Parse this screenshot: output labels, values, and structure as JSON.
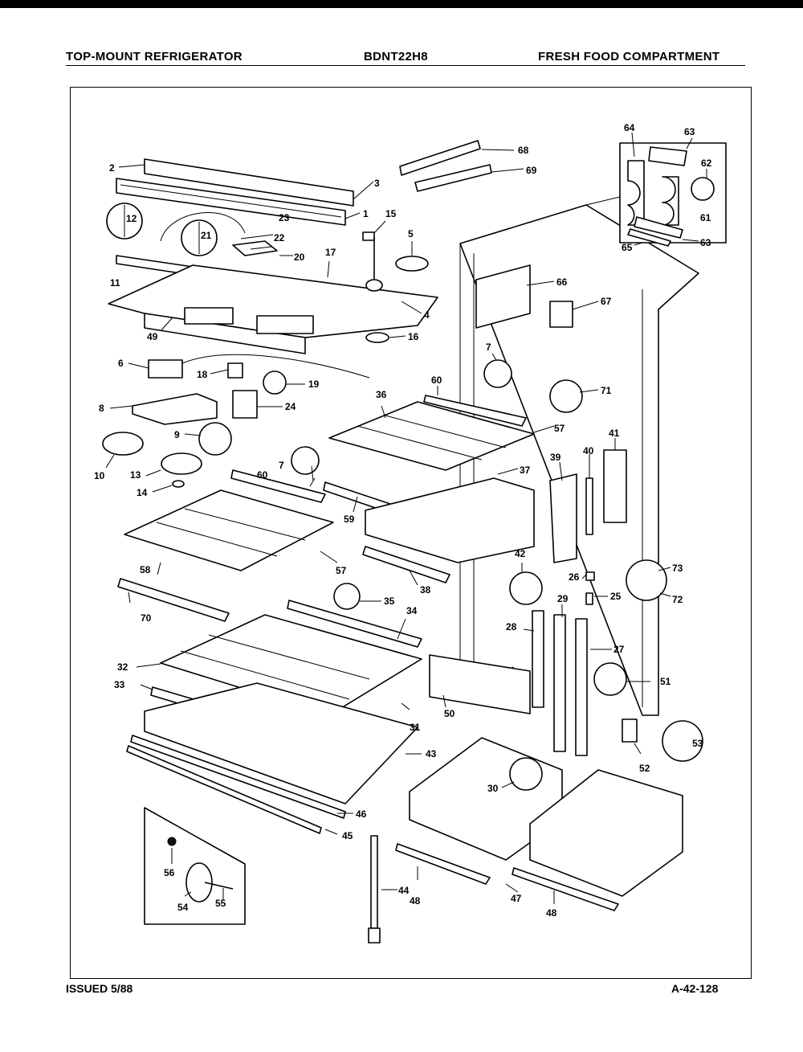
{
  "header": {
    "left_title": "TOP-MOUNT REFRIGERATOR",
    "model": "BDNT22H8",
    "right_title": "FRESH FOOD COMPARTMENT"
  },
  "footer": {
    "issued": "ISSUED 5/88",
    "page_code": "A-42-128"
  },
  "callouts": [
    {
      "id": "1",
      "label": "1"
    },
    {
      "id": "2",
      "label": "2"
    },
    {
      "id": "3",
      "label": "3"
    },
    {
      "id": "4",
      "label": "4"
    },
    {
      "id": "5",
      "label": "5"
    },
    {
      "id": "6",
      "label": "6"
    },
    {
      "id": "7a",
      "label": "7"
    },
    {
      "id": "7b",
      "label": "7"
    },
    {
      "id": "8",
      "label": "8"
    },
    {
      "id": "9",
      "label": "9"
    },
    {
      "id": "10",
      "label": "10"
    },
    {
      "id": "11",
      "label": "11"
    },
    {
      "id": "12",
      "label": "12"
    },
    {
      "id": "13",
      "label": "13"
    },
    {
      "id": "14",
      "label": "14"
    },
    {
      "id": "15",
      "label": "15"
    },
    {
      "id": "16",
      "label": "16"
    },
    {
      "id": "17",
      "label": "17"
    },
    {
      "id": "18",
      "label": "18"
    },
    {
      "id": "19",
      "label": "19"
    },
    {
      "id": "20",
      "label": "20"
    },
    {
      "id": "21",
      "label": "21"
    },
    {
      "id": "22",
      "label": "22"
    },
    {
      "id": "23",
      "label": "23"
    },
    {
      "id": "24",
      "label": "24"
    },
    {
      "id": "25",
      "label": "25"
    },
    {
      "id": "26",
      "label": "26"
    },
    {
      "id": "27",
      "label": "27"
    },
    {
      "id": "28",
      "label": "28"
    },
    {
      "id": "29",
      "label": "29"
    },
    {
      "id": "30",
      "label": "30"
    },
    {
      "id": "31",
      "label": "31"
    },
    {
      "id": "32",
      "label": "32"
    },
    {
      "id": "33",
      "label": "33"
    },
    {
      "id": "34",
      "label": "34"
    },
    {
      "id": "35",
      "label": "35"
    },
    {
      "id": "36",
      "label": "36"
    },
    {
      "id": "37",
      "label": "37"
    },
    {
      "id": "38",
      "label": "38"
    },
    {
      "id": "39",
      "label": "39"
    },
    {
      "id": "40",
      "label": "40"
    },
    {
      "id": "41",
      "label": "41"
    },
    {
      "id": "42",
      "label": "42"
    },
    {
      "id": "43",
      "label": "43"
    },
    {
      "id": "44",
      "label": "44"
    },
    {
      "id": "45",
      "label": "45"
    },
    {
      "id": "46",
      "label": "46"
    },
    {
      "id": "47",
      "label": "47"
    },
    {
      "id": "48a",
      "label": "48"
    },
    {
      "id": "48b",
      "label": "48"
    },
    {
      "id": "49",
      "label": "49"
    },
    {
      "id": "50",
      "label": "50"
    },
    {
      "id": "51",
      "label": "51"
    },
    {
      "id": "52",
      "label": "52"
    },
    {
      "id": "53",
      "label": "53"
    },
    {
      "id": "54",
      "label": "54"
    },
    {
      "id": "55",
      "label": "55"
    },
    {
      "id": "56",
      "label": "56"
    },
    {
      "id": "57a",
      "label": "57"
    },
    {
      "id": "57b",
      "label": "57"
    },
    {
      "id": "58",
      "label": "58"
    },
    {
      "id": "59",
      "label": "59"
    },
    {
      "id": "60a",
      "label": "60"
    },
    {
      "id": "60b",
      "label": "60"
    },
    {
      "id": "61",
      "label": "61"
    },
    {
      "id": "62",
      "label": "62"
    },
    {
      "id": "63a",
      "label": "63"
    },
    {
      "id": "63b",
      "label": "63"
    },
    {
      "id": "64",
      "label": "64"
    },
    {
      "id": "65",
      "label": "65"
    },
    {
      "id": "66",
      "label": "66"
    },
    {
      "id": "67",
      "label": "67"
    },
    {
      "id": "68",
      "label": "68"
    },
    {
      "id": "69",
      "label": "69"
    },
    {
      "id": "70",
      "label": "70"
    },
    {
      "id": "71",
      "label": "71"
    },
    {
      "id": "72",
      "label": "72"
    },
    {
      "id": "73",
      "label": "73"
    }
  ]
}
